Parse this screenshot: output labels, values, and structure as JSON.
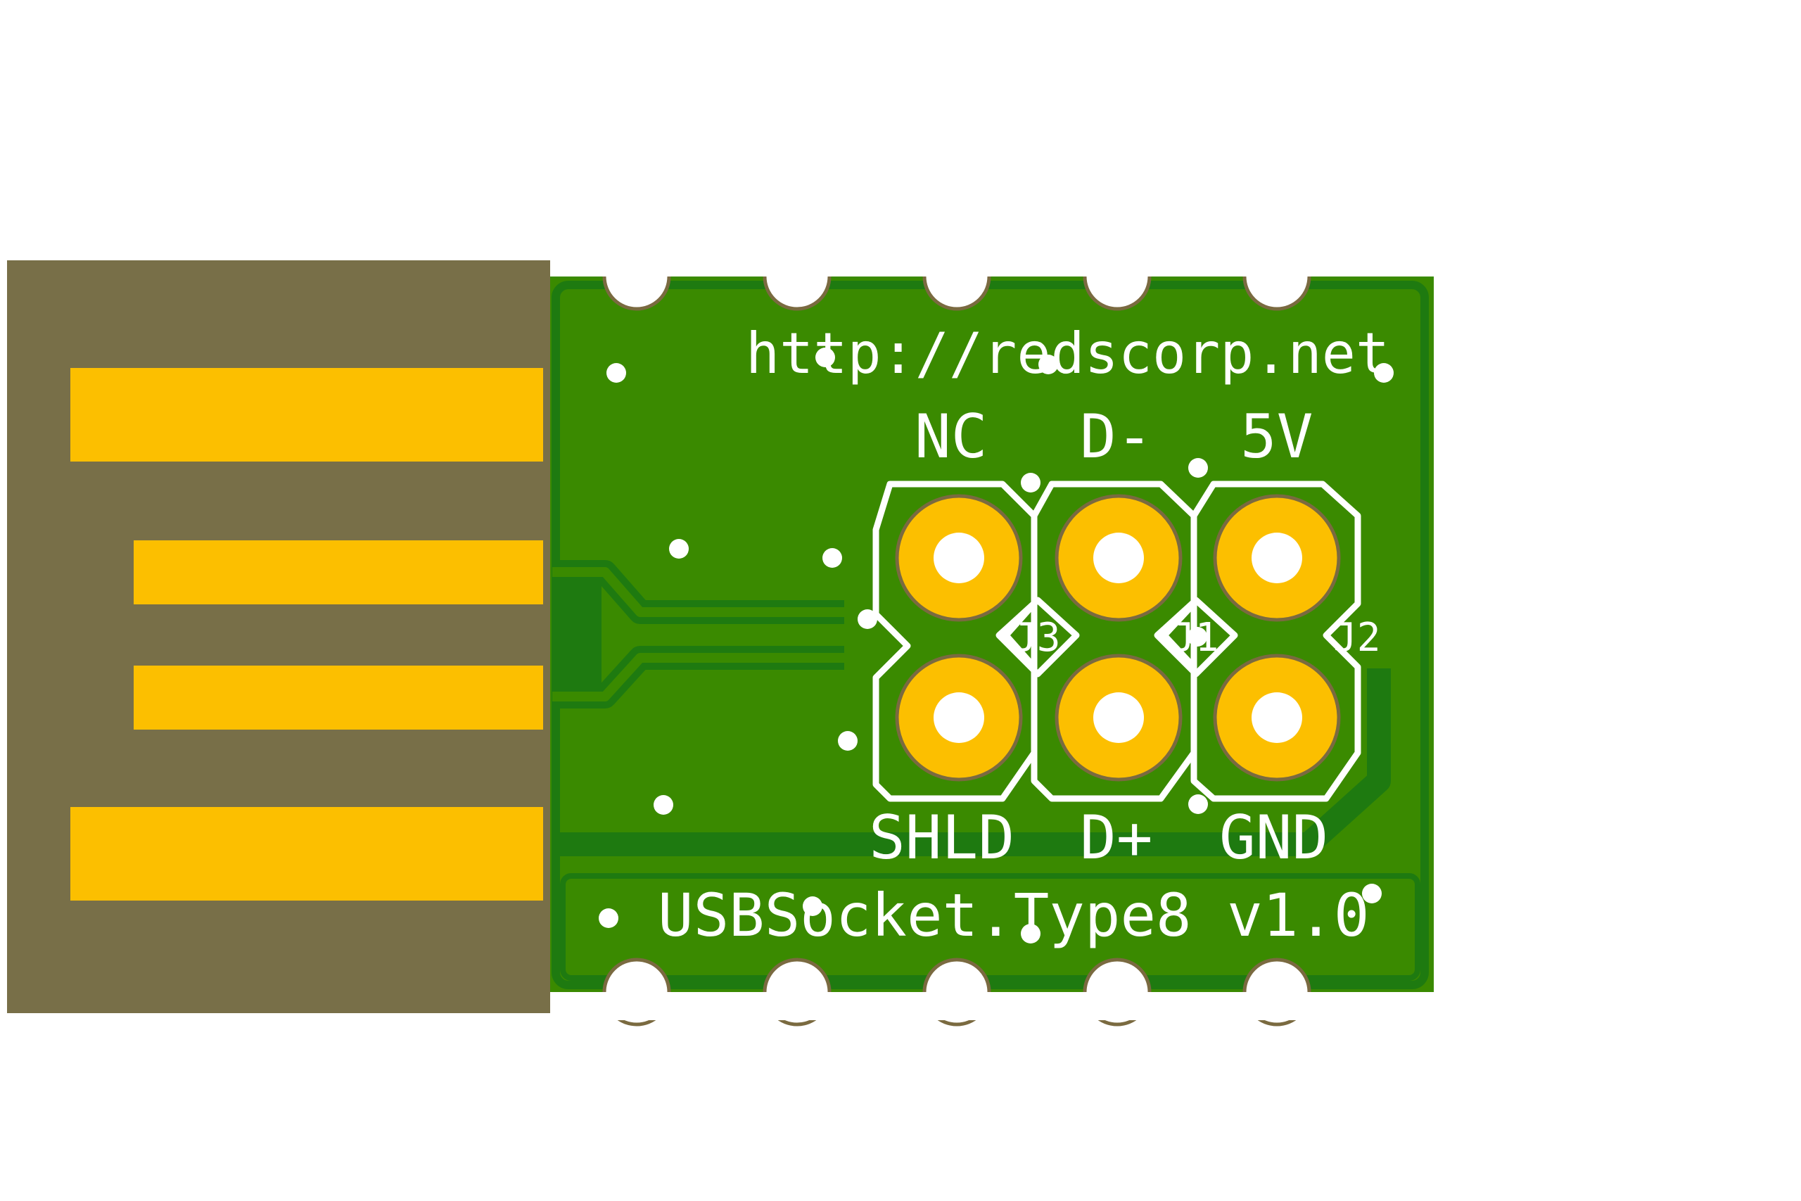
{
  "silkscreen": {
    "url": "http://redscorp.net",
    "title": "USBSocket.Type8 v1.0"
  },
  "pins": {
    "top": [
      "NC",
      "D-",
      "5V"
    ],
    "bottom": [
      "SHLD",
      "D+",
      "GND"
    ]
  },
  "refs": [
    "J3",
    "J1",
    "J2"
  ],
  "colors": {
    "background": "#ffffff",
    "plug_body": "#786f48",
    "gold": "#fcbf00",
    "pcb": "#3a8a00",
    "copper_pour": "#1e7a10",
    "pad_ring": "#7a6a40",
    "silkscreen": "#ffffff"
  }
}
